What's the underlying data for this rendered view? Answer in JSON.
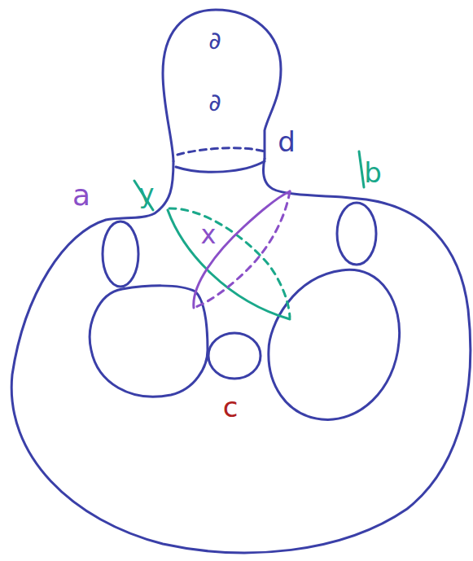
{
  "diagram": {
    "labels": [
      "∂",
      "∂",
      "d",
      "b",
      "a",
      "y",
      "x",
      "c"
    ]
  }
}
